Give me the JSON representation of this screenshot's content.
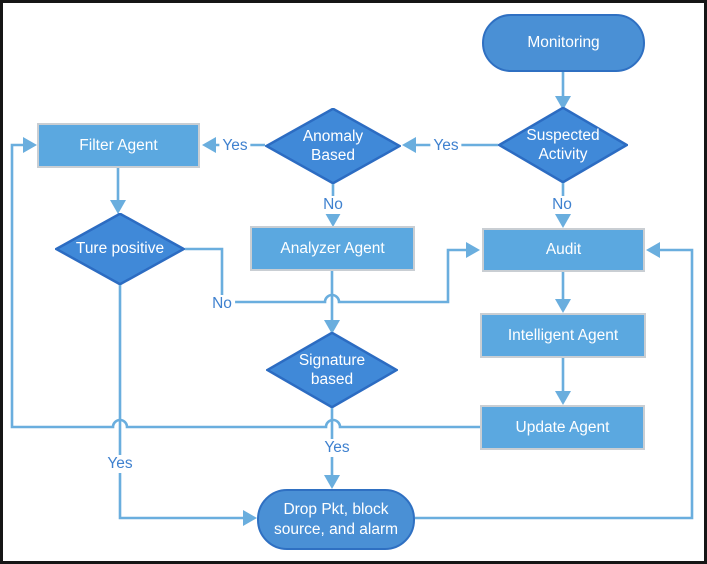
{
  "diagram": {
    "type": "flowchart",
    "nodes": [
      {
        "id": "monitoring",
        "label": "Monitoring",
        "shape": "stadium"
      },
      {
        "id": "suspected-activity",
        "label": "Suspected Activity",
        "shape": "diamond"
      },
      {
        "id": "anomaly-based",
        "label": "Anomaly Based",
        "shape": "diamond"
      },
      {
        "id": "filter-agent",
        "label": "Filter Agent",
        "shape": "rect"
      },
      {
        "id": "ture-positive",
        "label": "Ture positive",
        "shape": "diamond"
      },
      {
        "id": "analyzer-agent",
        "label": "Analyzer Agent",
        "shape": "rect"
      },
      {
        "id": "audit",
        "label": "Audit",
        "shape": "rect"
      },
      {
        "id": "intelligent-agent",
        "label": "Intelligent Agent",
        "shape": "rect"
      },
      {
        "id": "update-agent",
        "label": "Update Agent",
        "shape": "rect"
      },
      {
        "id": "signature-based",
        "label": "Signature based",
        "shape": "diamond"
      },
      {
        "id": "drop-pkt",
        "label": "Drop Pkt, block source, and alarm",
        "shape": "stadium"
      }
    ],
    "edges": [
      {
        "from": "monitoring",
        "to": "suspected-activity",
        "label": ""
      },
      {
        "from": "suspected-activity",
        "to": "anomaly-based",
        "label": "Yes"
      },
      {
        "from": "anomaly-based",
        "to": "filter-agent",
        "label": "Yes"
      },
      {
        "from": "filter-agent",
        "to": "ture-positive",
        "label": ""
      },
      {
        "from": "anomaly-based",
        "to": "analyzer-agent",
        "label": "No"
      },
      {
        "from": "suspected-activity",
        "to": "audit",
        "label": "No"
      },
      {
        "from": "analyzer-agent",
        "to": "signature-based",
        "label": ""
      },
      {
        "from": "ture-positive",
        "to": "audit",
        "label": "No"
      },
      {
        "from": "audit",
        "to": "intelligent-agent",
        "label": ""
      },
      {
        "from": "intelligent-agent",
        "to": "update-agent",
        "label": ""
      },
      {
        "from": "update-agent",
        "to": "filter-agent",
        "label": ""
      },
      {
        "from": "signature-based",
        "to": "drop-pkt",
        "label": "Yes"
      },
      {
        "from": "ture-positive",
        "to": "drop-pkt",
        "label": "Yes"
      },
      {
        "from": "drop-pkt",
        "to": "audit",
        "label": ""
      }
    ],
    "edge_labels": [
      {
        "text": "Yes"
      },
      {
        "text": "Yes"
      },
      {
        "text": "No"
      },
      {
        "text": "No"
      },
      {
        "text": "No"
      },
      {
        "text": "Yes"
      },
      {
        "text": "Yes"
      }
    ],
    "colors": {
      "node_dark_fill": "#4a90d5",
      "node_dark_stroke": "#2f70c2",
      "diamond_fill": "#4089d8",
      "diamond_stroke": "#2c6cc2",
      "node_light_fill": "#5ba8e0",
      "node_light_stroke": "#c9ced3",
      "connector": "#6aaede",
      "edge_label_text": "#3f81cf",
      "node_text": "#ffffff",
      "frame": "#161616"
    }
  }
}
